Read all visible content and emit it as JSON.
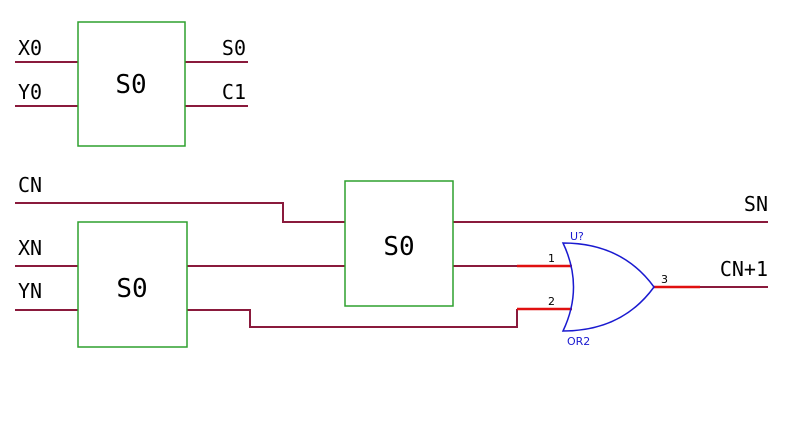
{
  "top_block": {
    "label": "S0",
    "inputs": [
      "X0",
      "Y0"
    ],
    "outputs": [
      "S0",
      "C1"
    ]
  },
  "bottom_section": {
    "carry_in": "CN",
    "inputs": [
      "XN",
      "YN"
    ],
    "first_block_label": "S0",
    "second_block_label": "S0",
    "sum_output": "SN",
    "carry_output": "CN+1"
  },
  "or_gate": {
    "ref": "U?",
    "part": "OR2",
    "pin_in_1": "1",
    "pin_in_2": "2",
    "pin_out": "3"
  }
}
